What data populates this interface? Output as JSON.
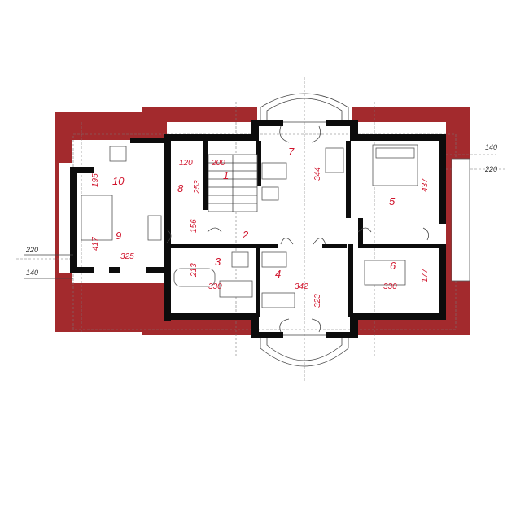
{
  "colors": {
    "roof": "#a32a2d",
    "roof_edge": "#7e1b1e",
    "wall": "#0c0c0c",
    "label": "#d0142c"
  },
  "rooms": [
    "1",
    "2",
    "3",
    "4",
    "5",
    "6",
    "7",
    "8",
    "9",
    "10"
  ],
  "dimensions": {
    "d120": "120",
    "d200": "200",
    "d195": "195",
    "d253": "253",
    "d344": "344",
    "d437": "437",
    "d156": "156",
    "d417": "417",
    "d325": "325",
    "d213": "213",
    "d330a": "330",
    "d342": "342",
    "d323": "323",
    "d330b": "330",
    "d177": "177"
  },
  "exterior": {
    "left_upper": "220",
    "left_lower": "140",
    "right_upper": "140",
    "right_lower": "220"
  }
}
